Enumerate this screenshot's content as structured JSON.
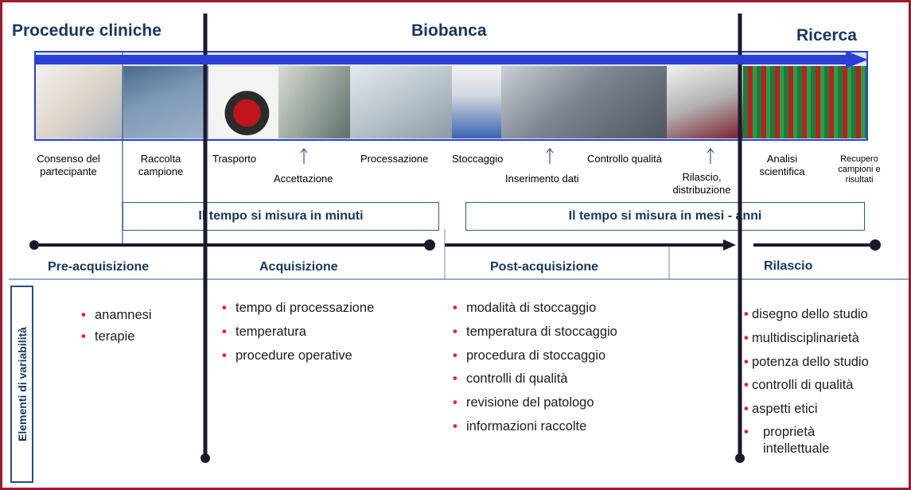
{
  "headers": {
    "clinical": "Procedure cliniche",
    "biobank": "Biobanca",
    "research": "Ricerca"
  },
  "steps": {
    "consent": "Consenso del partecipante",
    "collection": "Raccolta campione",
    "transport": "Trasporto",
    "acceptance": "Accettazione",
    "processing": "Processazione",
    "storage": "Stoccaggio",
    "data_entry": "Inserimento dati",
    "quality_control": "Controllo qualità",
    "release": "Rilascio, distribuzione",
    "analysis": "Analisi scientifica",
    "recovery": "Recupero campioni e risultati"
  },
  "time_boxes": {
    "minutes": "Il tempo si misura in minuti",
    "months": "Il tempo si misura in mesi - anni"
  },
  "phases": {
    "pre": "Pre-acquisizione",
    "acq": "Acquisizione",
    "post": "Post-acquisizione",
    "release": "Rilascio"
  },
  "variability_label": "Elementi di variabilità",
  "variability": {
    "pre": [
      "anamnesi",
      "terapie"
    ],
    "acq": [
      "tempo di processazione",
      "temperatura",
      "procedure operative"
    ],
    "post": [
      "modalità di stoccaggio",
      "temperatura di stoccaggio",
      "procedura di stoccaggio",
      "controlli di qualità",
      "revisione del patologo",
      "informazioni raccolte"
    ],
    "release": [
      "disegno dello studio",
      "multidisciplinarietà",
      "potenza dello studio",
      "controlli di qualità",
      "aspetti etici",
      "proprietà intellettuale"
    ]
  },
  "colors": {
    "frame": "#9b1b30",
    "strip_border": "#2a3fd6",
    "header_text": "#17375e",
    "bullet": "#e8202c",
    "axis": "#1a1a2e"
  }
}
